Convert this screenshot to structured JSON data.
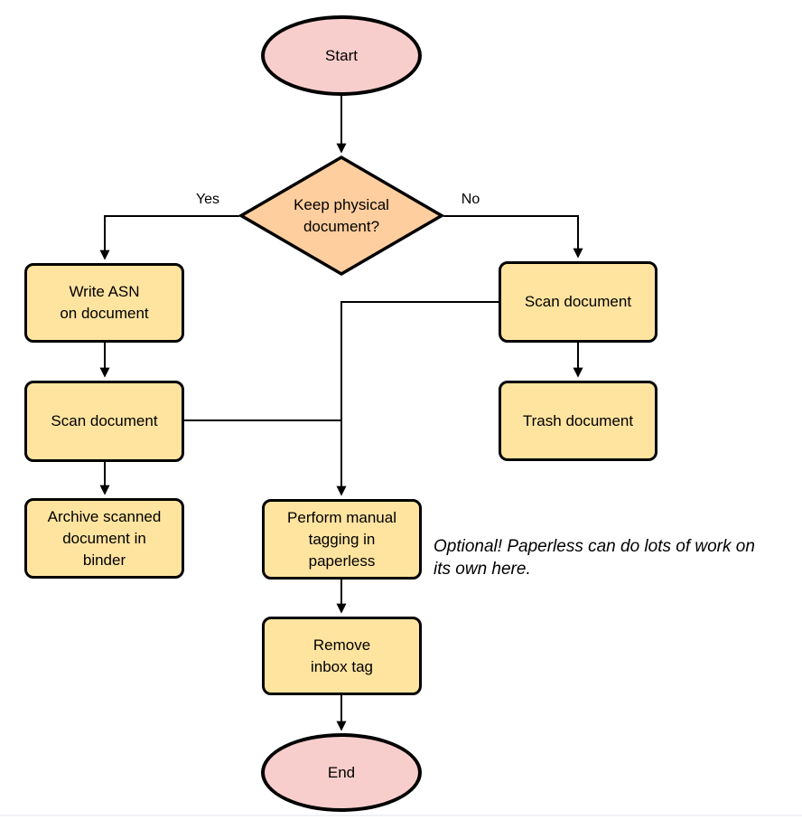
{
  "diagram": {
    "nodes": {
      "start": {
        "label": "Start"
      },
      "decision": {
        "lines": [
          "Keep physical",
          "document?"
        ]
      },
      "write_asn": {
        "lines": [
          "Write ASN",
          "on document"
        ]
      },
      "scan_left": {
        "label": "Scan document"
      },
      "archive": {
        "lines": [
          "Archive scanned",
          "document in",
          "binder"
        ]
      },
      "scan_right": {
        "label": "Scan document"
      },
      "trash": {
        "label": "Trash document"
      },
      "tagging": {
        "lines": [
          "Perform manual",
          "tagging in",
          "paperless"
        ]
      },
      "remove_inbox": {
        "lines": [
          "Remove",
          "inbox tag"
        ]
      },
      "end": {
        "label": "End"
      }
    },
    "edge_labels": {
      "yes": "Yes",
      "no": "No"
    },
    "annotation": {
      "lines": [
        "Optional! Paperless can do lots of work on",
        "its own here."
      ]
    },
    "colors": {
      "terminator_fill": "#f8cecc",
      "decision_fill": "#ffce9e",
      "process_fill": "#ffe4a0",
      "stroke": "#000000",
      "annotation_color": "#000000",
      "page_bg": "#ffffff",
      "bottom_edge": "#eef1f4"
    }
  }
}
